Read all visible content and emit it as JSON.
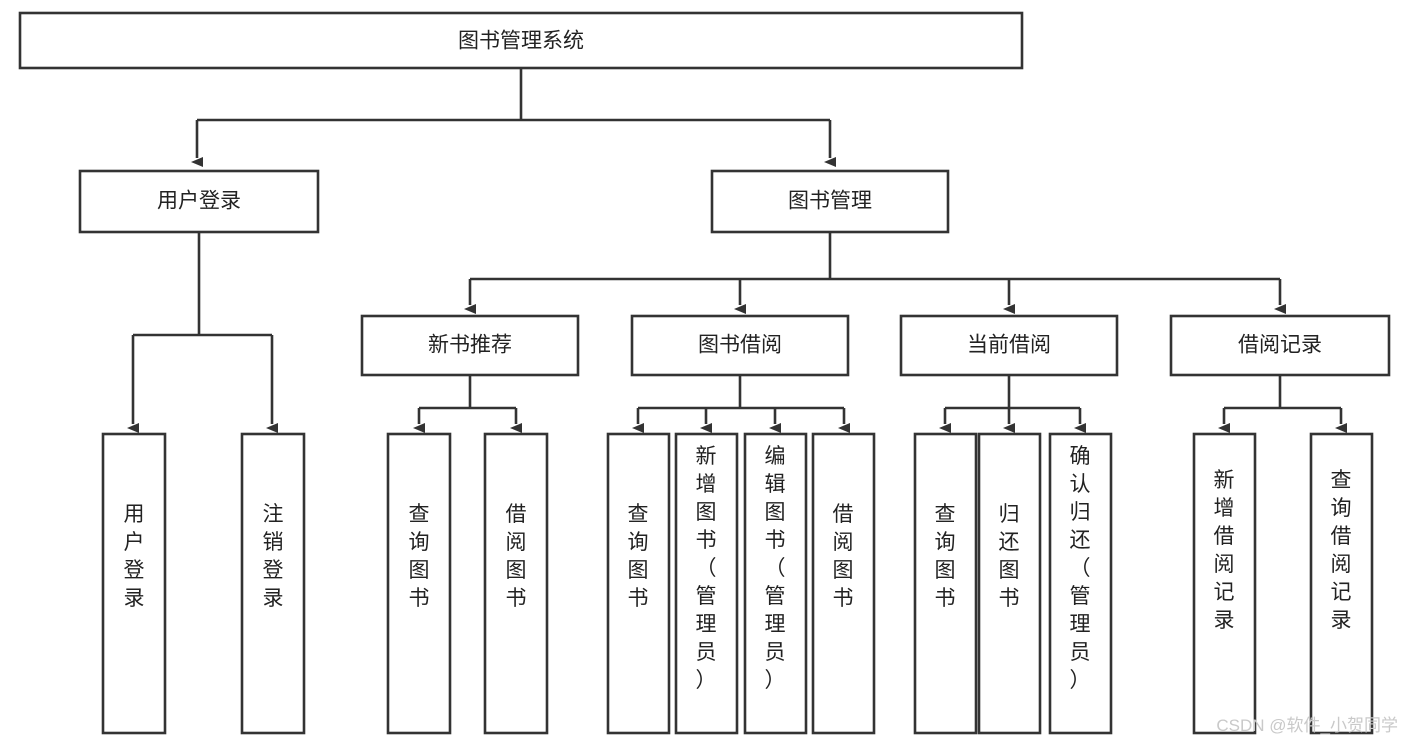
{
  "diagram": {
    "title": "图书管理系统",
    "type": "hierarchy-tree",
    "watermark": "CSDN @软件_小贺同学",
    "colors": {
      "stroke": "#333333",
      "fill": "#ffffff",
      "text": "#222222",
      "watermark": "#c9c9c9"
    },
    "nodes": {
      "root": {
        "label": "图书管理系统"
      },
      "level2": [
        {
          "id": "user-login",
          "label": "用户登录"
        },
        {
          "id": "book-manage",
          "label": "图书管理"
        }
      ],
      "level3": [
        {
          "id": "new-book-recommend",
          "label": "新书推荐"
        },
        {
          "id": "book-borrow",
          "label": "图书借阅"
        },
        {
          "id": "current-borrow",
          "label": "当前借阅"
        },
        {
          "id": "borrow-record",
          "label": "借阅记录"
        }
      ],
      "leaves": [
        {
          "id": "leaf-user-login",
          "label": "用户登录",
          "parent": "user-login"
        },
        {
          "id": "leaf-logout",
          "label": "注销登录",
          "parent": "user-login"
        },
        {
          "id": "leaf-query-book-1",
          "label": "查询图书",
          "parent": "new-book-recommend"
        },
        {
          "id": "leaf-borrow-book-1",
          "label": "借阅图书",
          "parent": "new-book-recommend"
        },
        {
          "id": "leaf-query-book-2",
          "label": "查询图书",
          "parent": "book-borrow"
        },
        {
          "id": "leaf-add-book",
          "label": "新增图书（管理员）",
          "parent": "book-borrow"
        },
        {
          "id": "leaf-edit-book",
          "label": "编辑图书（管理员）",
          "parent": "book-borrow"
        },
        {
          "id": "leaf-borrow-book-2",
          "label": "借阅图书",
          "parent": "book-borrow"
        },
        {
          "id": "leaf-query-book-3",
          "label": "查询图书",
          "parent": "current-borrow"
        },
        {
          "id": "leaf-return-book",
          "label": "归还图书",
          "parent": "current-borrow"
        },
        {
          "id": "leaf-confirm-return",
          "label": "确认归还（管理员）",
          "parent": "current-borrow"
        },
        {
          "id": "leaf-add-record",
          "label": "新增借阅记录",
          "parent": "borrow-record"
        },
        {
          "id": "leaf-query-record",
          "label": "查询借阅记录",
          "parent": "borrow-record"
        }
      ]
    }
  }
}
